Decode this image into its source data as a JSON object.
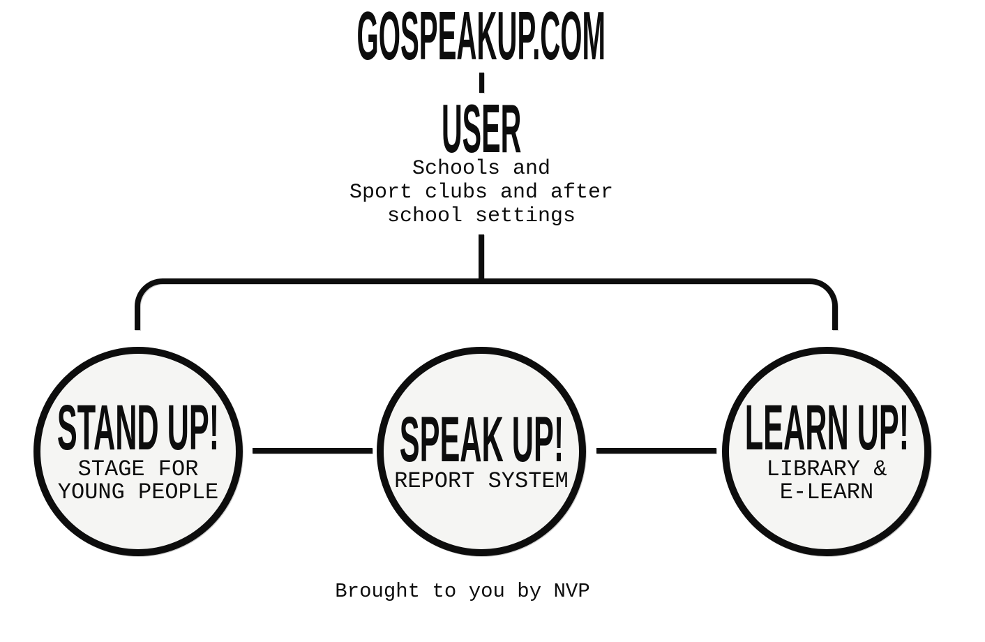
{
  "header": {
    "site_title": "GOSPEAKUP.COM"
  },
  "user_node": {
    "label": "USER",
    "description": "Schools and\nSport clubs and after\nschool settings"
  },
  "nodes": [
    {
      "title": "STAND UP!",
      "subtitle": "STAGE FOR\nYOUNG PEOPLE"
    },
    {
      "title": "SPEAK UP!",
      "subtitle": "REPORT SYSTEM"
    },
    {
      "title": "LEARN UP!",
      "subtitle": "LIBRARY &\nE-LEARN"
    }
  ],
  "footer": {
    "credit": "Brought to you by NVP"
  },
  "colors": {
    "ink": "#0d0d0d",
    "circle_fill": "#f5f5f3",
    "background": "#ffffff",
    "line_shadow": "#cccccc"
  }
}
